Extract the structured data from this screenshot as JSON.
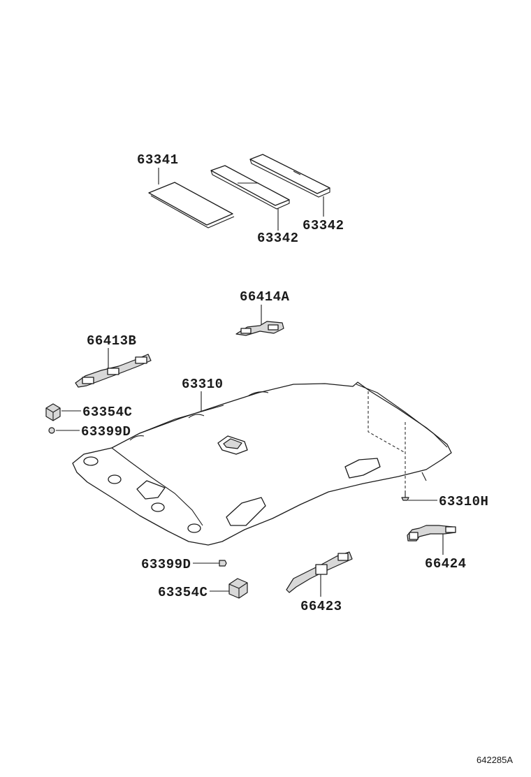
{
  "labels": {
    "p63341": "63341",
    "p63342a": "63342",
    "p63342b": "63342",
    "p66414A": "66414A",
    "p66413B": "66413B",
    "p63310": "63310",
    "p63354C_top": "63354C",
    "p63399D_top": "63399D",
    "p63310H": "63310H",
    "p66424": "66424",
    "p63399D_bot": "63399D",
    "p63354C_bot": "63354C",
    "p66423": "66423"
  },
  "diagram_ref": "642285A"
}
